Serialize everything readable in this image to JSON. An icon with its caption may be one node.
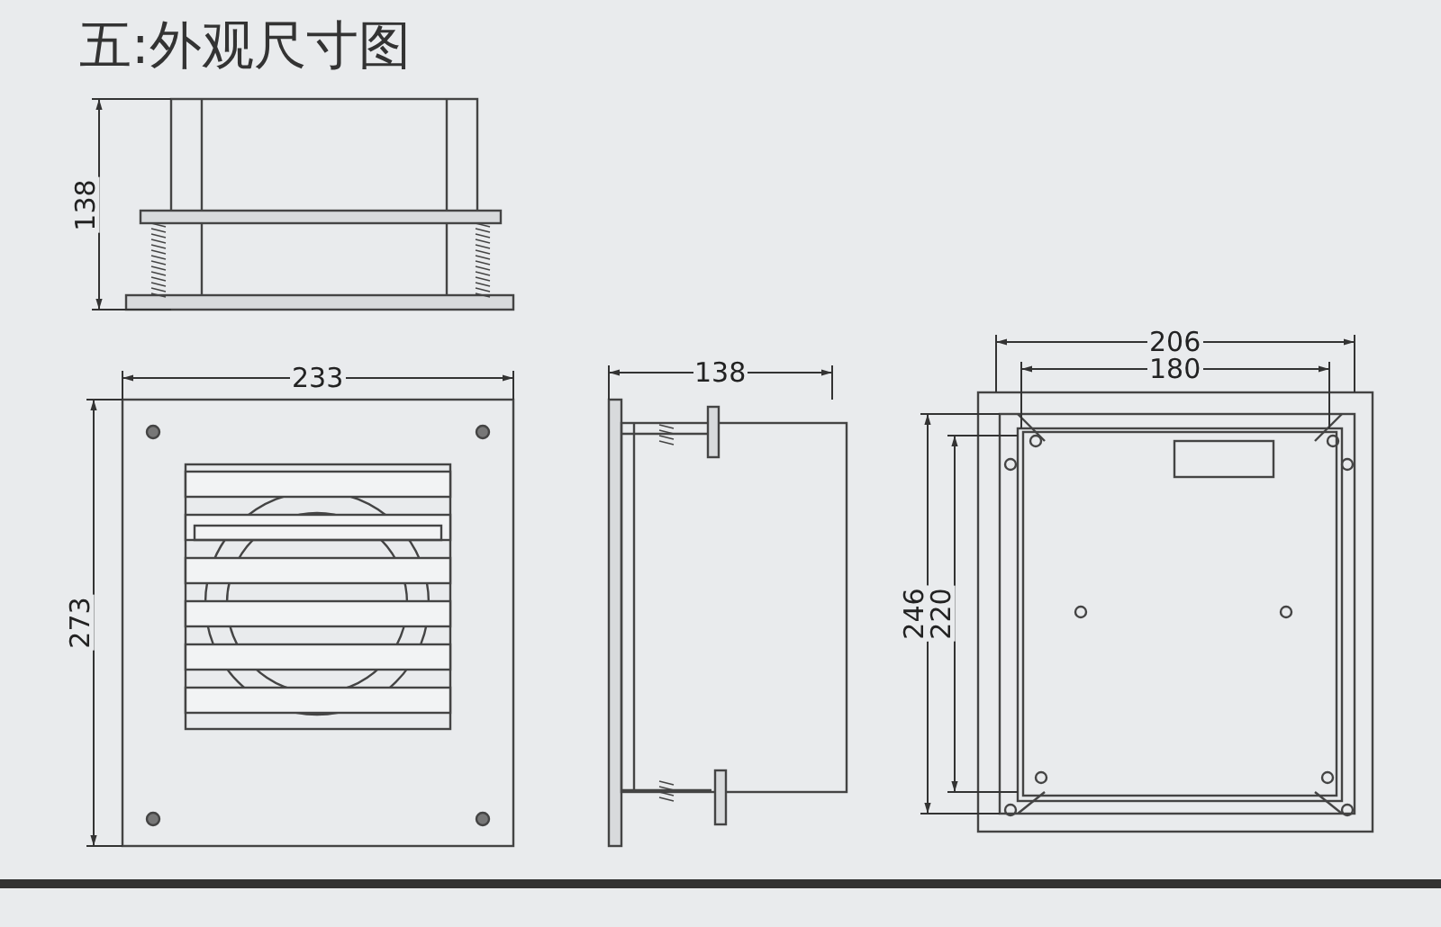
{
  "diagram": {
    "title": "五:外观尺寸图",
    "labels": [
      "138",
      "233",
      "273",
      "138",
      "206",
      "180",
      "246",
      "220"
    ]
  }
}
